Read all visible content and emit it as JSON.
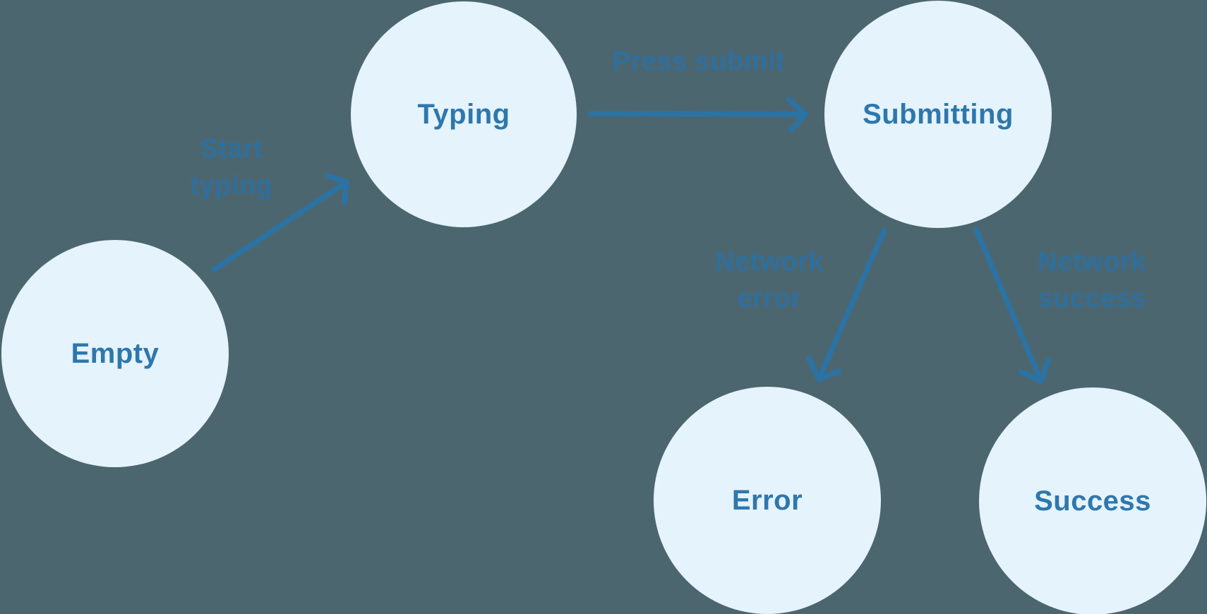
{
  "diagram": {
    "type": "state-machine",
    "background_color": "#4c6670",
    "node_fill_color": "#e5f3fd",
    "node_text_color": "#2e77ad",
    "arrow_color": "#2b73a4",
    "edge_label_color": "#2f6f9c",
    "states": [
      {
        "id": "empty",
        "label": "Empty"
      },
      {
        "id": "typing",
        "label": "Typing"
      },
      {
        "id": "submitting",
        "label": "Submitting"
      },
      {
        "id": "error",
        "label": "Error"
      },
      {
        "id": "success",
        "label": "Success"
      }
    ],
    "transitions": [
      {
        "from": "Empty",
        "to": "Typing",
        "label": "Start typing",
        "label_lines": [
          "Start",
          "typing"
        ]
      },
      {
        "from": "Typing",
        "to": "Submitting",
        "label": "Press submit",
        "label_lines": [
          "Press submit",
          ""
        ]
      },
      {
        "from": "Submitting",
        "to": "Error",
        "label": "Network error",
        "label_lines": [
          "Network",
          "error"
        ]
      },
      {
        "from": "Submitting",
        "to": "Success",
        "label": "Network success",
        "label_lines": [
          "Network",
          "success"
        ]
      }
    ]
  }
}
